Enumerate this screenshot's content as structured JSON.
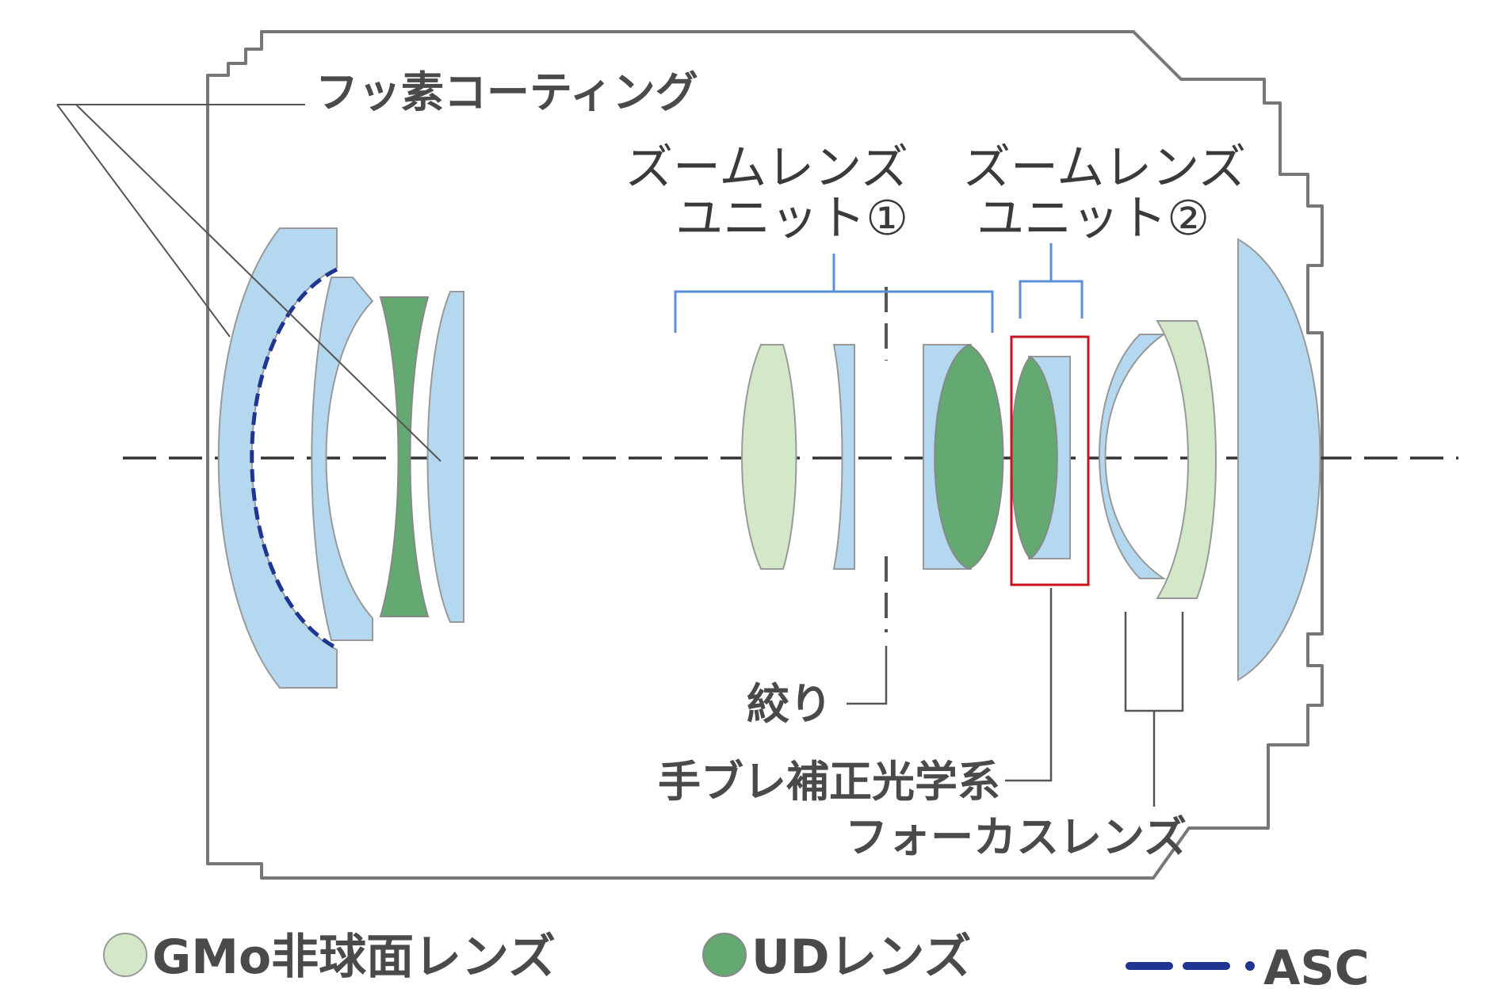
{
  "labels": {
    "fluorine_coating": "フッ素コーティング",
    "zoom_unit_1_line1": "ズームレンズ",
    "zoom_unit_1_line2": "ユニット①",
    "zoom_unit_2_line1": "ズームレンズ",
    "zoom_unit_2_line2": "ユニット②",
    "aperture": "絞り",
    "image_stabilization": "手ブレ補正光学系",
    "focus_lens": "フォーカスレンズ"
  },
  "legend": [
    {
      "label": "GMo非球面レンズ",
      "symbol": "light-green-circle",
      "color": "#d3e8c8"
    },
    {
      "label": "UDレンズ",
      "symbol": "dark-green-circle",
      "color": "#64a872"
    },
    {
      "label": "ASC",
      "symbol": "navy-dashed-line",
      "color": "#1f3590"
    }
  ],
  "colors": {
    "standard_lens": "#b4d8ef",
    "gmo_aspherical": "#d3e8c8",
    "ud_lens": "#64a872",
    "asc_coating": "#1f3590",
    "bracket_blue": "#5b8fd6",
    "stabilizer_box": "#c8141e",
    "outline": "#666666"
  }
}
